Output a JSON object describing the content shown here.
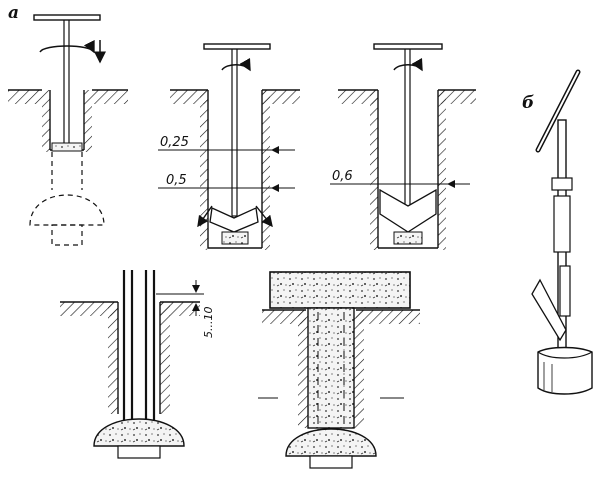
{
  "labels": {
    "panel_a": "а",
    "panel_b": "б",
    "dim_1": "0,25",
    "dim_2": "0,5",
    "dim_3": "0,6",
    "dim_4": "5...10"
  },
  "colors": {
    "ink": "#111111",
    "paper": "#ffffff",
    "concrete": "#d9d9d9"
  },
  "icons": {
    "rotation": "rotation-arrow-icon",
    "down": "down-arrow-icon"
  }
}
